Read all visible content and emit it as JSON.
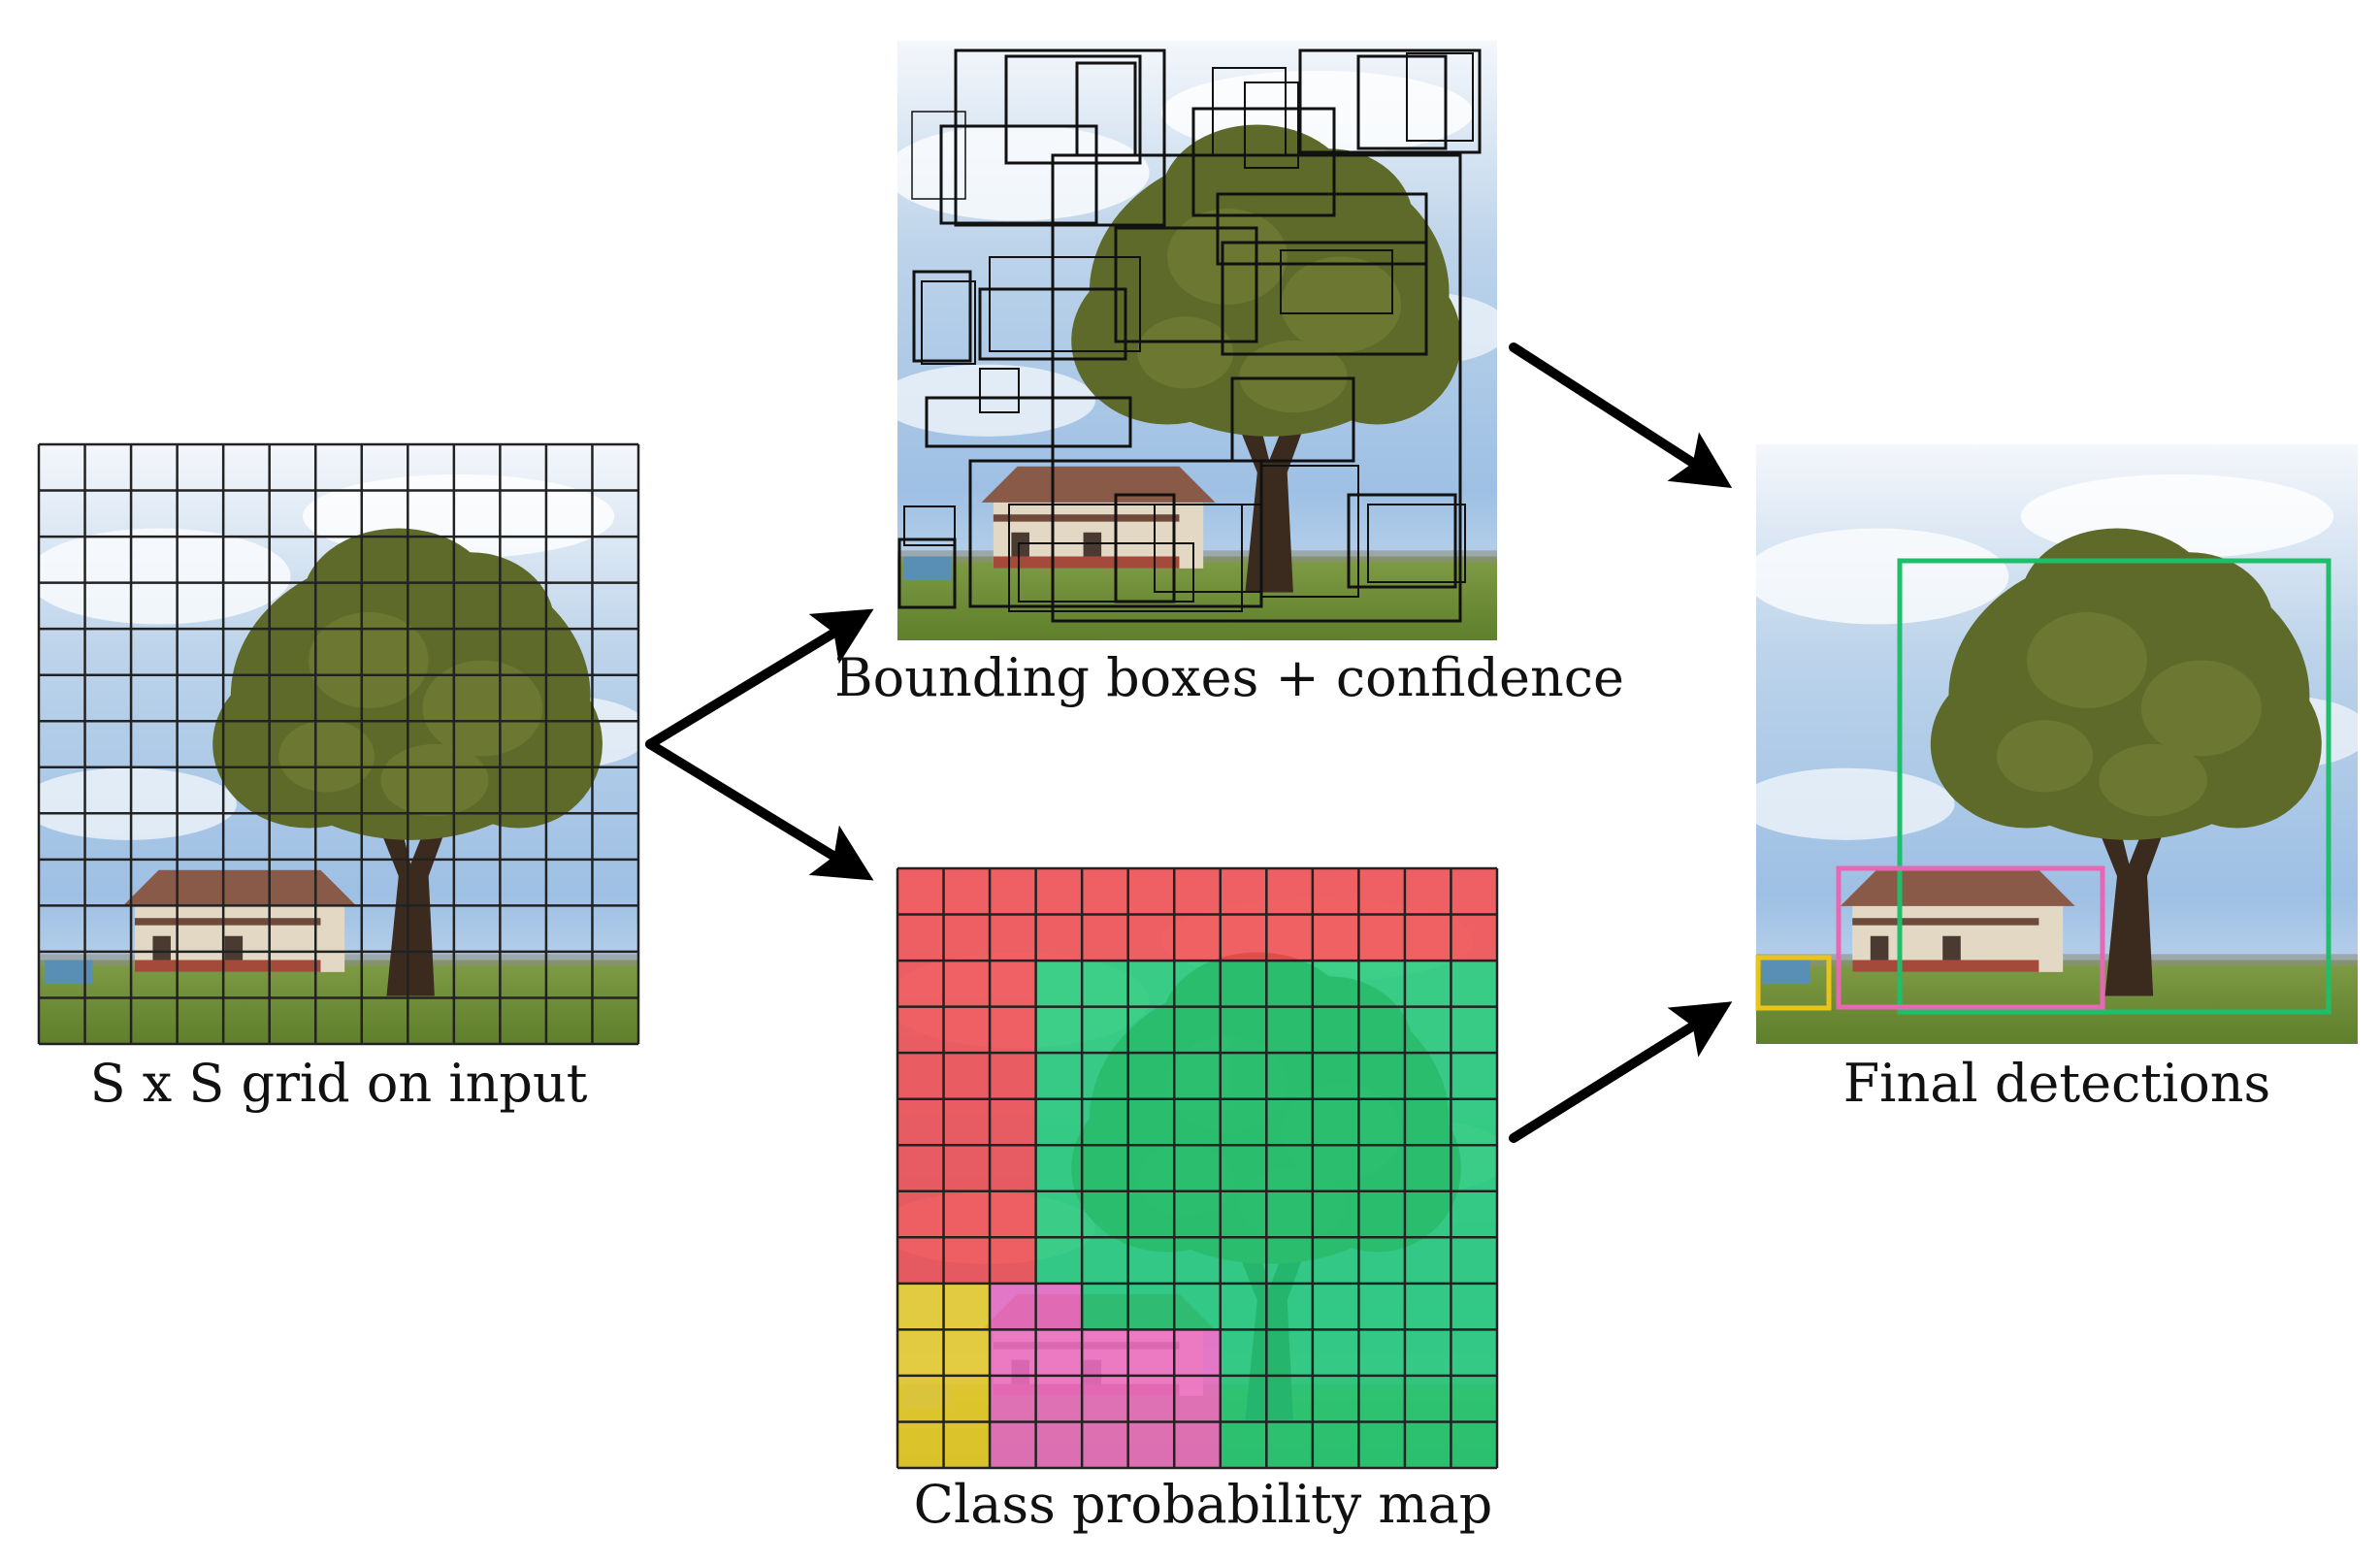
{
  "captions": {
    "input": "S x S grid on input",
    "boxes": "Bounding boxes + confidence",
    "class_map": "Class probability map",
    "final": "Final detections"
  },
  "grid": {
    "cells": 13
  },
  "class_colors": {
    "red": "#ee4b4f",
    "green": "#23c878",
    "pink": "#ec6cc3",
    "yellow": "#ebcc2a"
  },
  "detection_colors": {
    "tree": "#1fbe6a",
    "house": "#e867b5",
    "car": "#e9c41c"
  }
}
